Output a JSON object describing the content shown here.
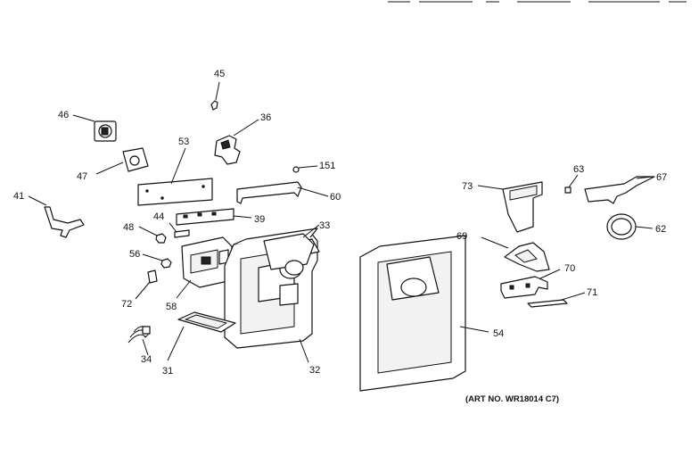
{
  "art_number": "(ART NO. WR18014 C7)",
  "labels": {
    "p45": "45",
    "p46": "46",
    "p36": "36",
    "p53": "53",
    "p47": "47",
    "p151": "151",
    "p41": "41",
    "p60": "60",
    "p44": "44",
    "p39": "39",
    "p48": "48",
    "p33": "33",
    "p56": "56",
    "p72": "72",
    "p58": "58",
    "p34": "34",
    "p31": "31",
    "p32": "32",
    "p54": "54",
    "p73": "73",
    "p63": "63",
    "p67": "67",
    "p62": "62",
    "p69": "69",
    "p70": "70",
    "p71": "71"
  }
}
